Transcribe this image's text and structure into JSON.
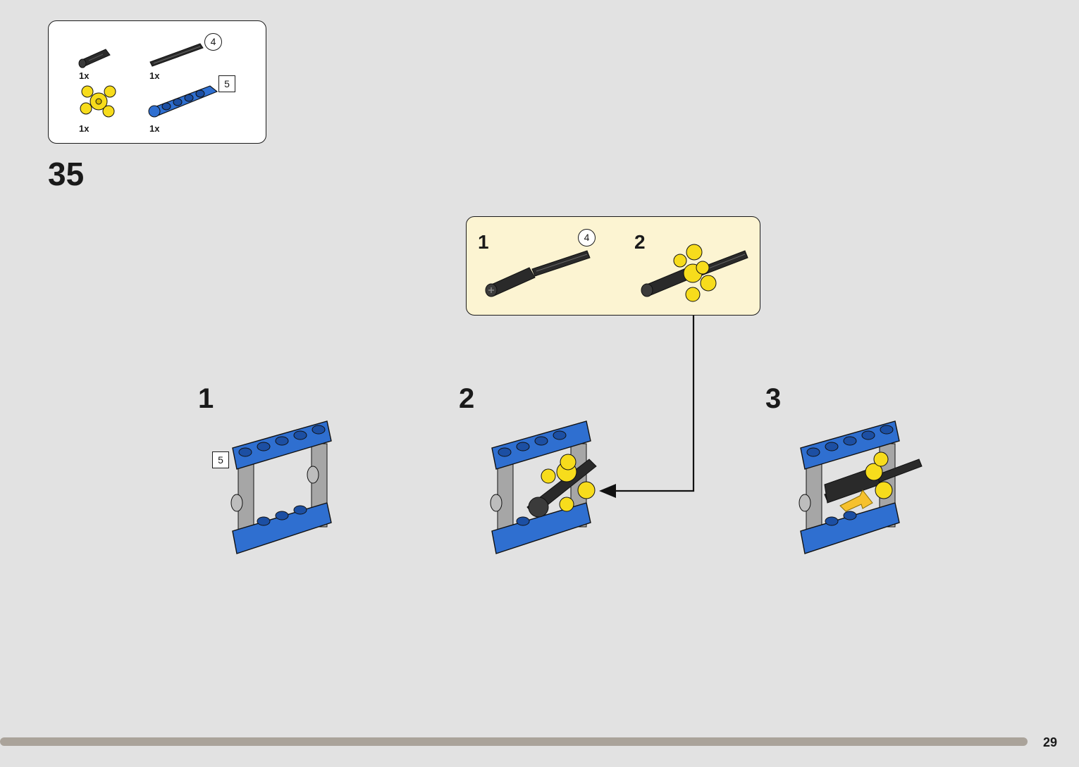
{
  "parts_list": {
    "items": [
      {
        "name": "black-axle-connector",
        "quantity": "1x"
      },
      {
        "name": "black-axle-4",
        "quantity": "1x",
        "callout": "4"
      },
      {
        "name": "yellow-cross-block",
        "quantity": "1x"
      },
      {
        "name": "blue-beam-5",
        "quantity": "1x",
        "callout": "5"
      }
    ]
  },
  "step": {
    "number": "35"
  },
  "sub_assembly": {
    "steps": [
      {
        "number": "1",
        "callout": "4"
      },
      {
        "number": "2"
      }
    ]
  },
  "substeps": [
    {
      "number": "1",
      "callout": "5"
    },
    {
      "number": "2"
    },
    {
      "number": "3"
    }
  ],
  "colors": {
    "background": "#e2e2e2",
    "subassembly_bg": "#fcf4d2",
    "lego_blue": "#2f6fd0",
    "lego_yellow": "#f7dc1c",
    "lego_grey": "#a6a6a6",
    "lego_black": "#2a2a2a",
    "progress": "#aaa39a"
  },
  "page": {
    "number": "29"
  }
}
